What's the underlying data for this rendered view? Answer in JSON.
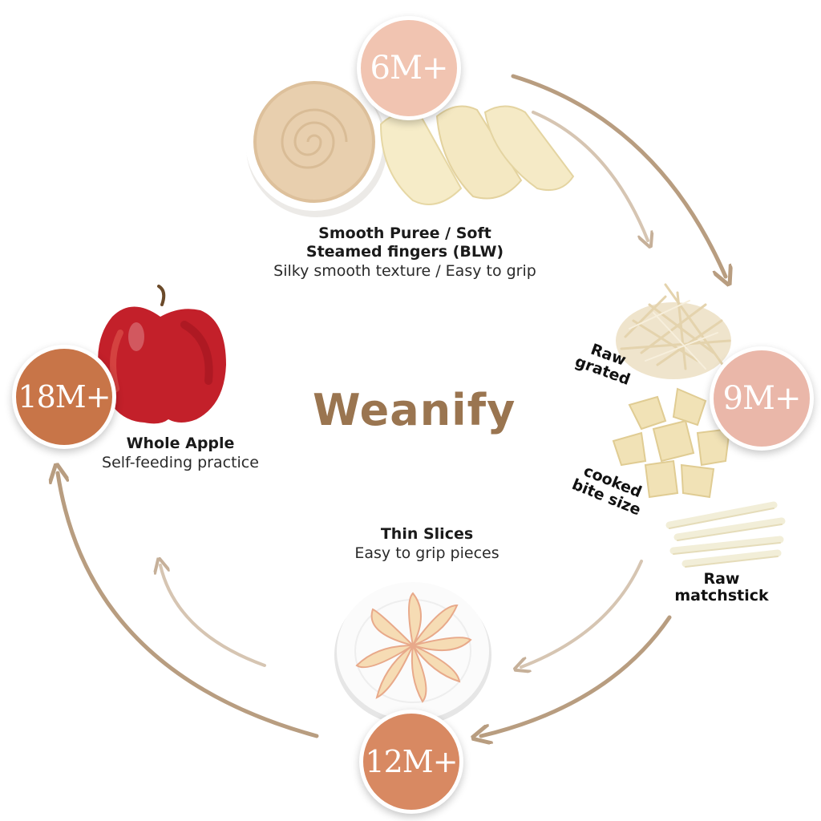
{
  "brand": {
    "name": "Weanify"
  },
  "colors": {
    "arrow": "#b89d80",
    "badge_6m": "#f1c4b1",
    "badge_9m": "#eab7a9",
    "badge_12m": "#d88962",
    "badge_18m": "#c87548",
    "logo": "#9a7550"
  },
  "stages": {
    "m6": {
      "badge": "6M+",
      "title_line1": "Smooth Puree / Soft",
      "title_line2": "Steamed fingers (BLW)",
      "subtitle": "Silky smooth texture / Easy to grip"
    },
    "m9": {
      "badge": "9M+",
      "raw_grated_1": "Raw",
      "raw_grated_2": "grated",
      "cooked_1": "cooked",
      "cooked_2": "bite size",
      "matchstick_1": "Raw",
      "matchstick_2": "matchstick"
    },
    "m12": {
      "badge": "12M+",
      "title": "Thin Slices",
      "subtitle": "Easy to grip pieces"
    },
    "m18": {
      "badge": "18M+",
      "title": "Whole Apple",
      "subtitle": "Self-feeding practice"
    }
  }
}
